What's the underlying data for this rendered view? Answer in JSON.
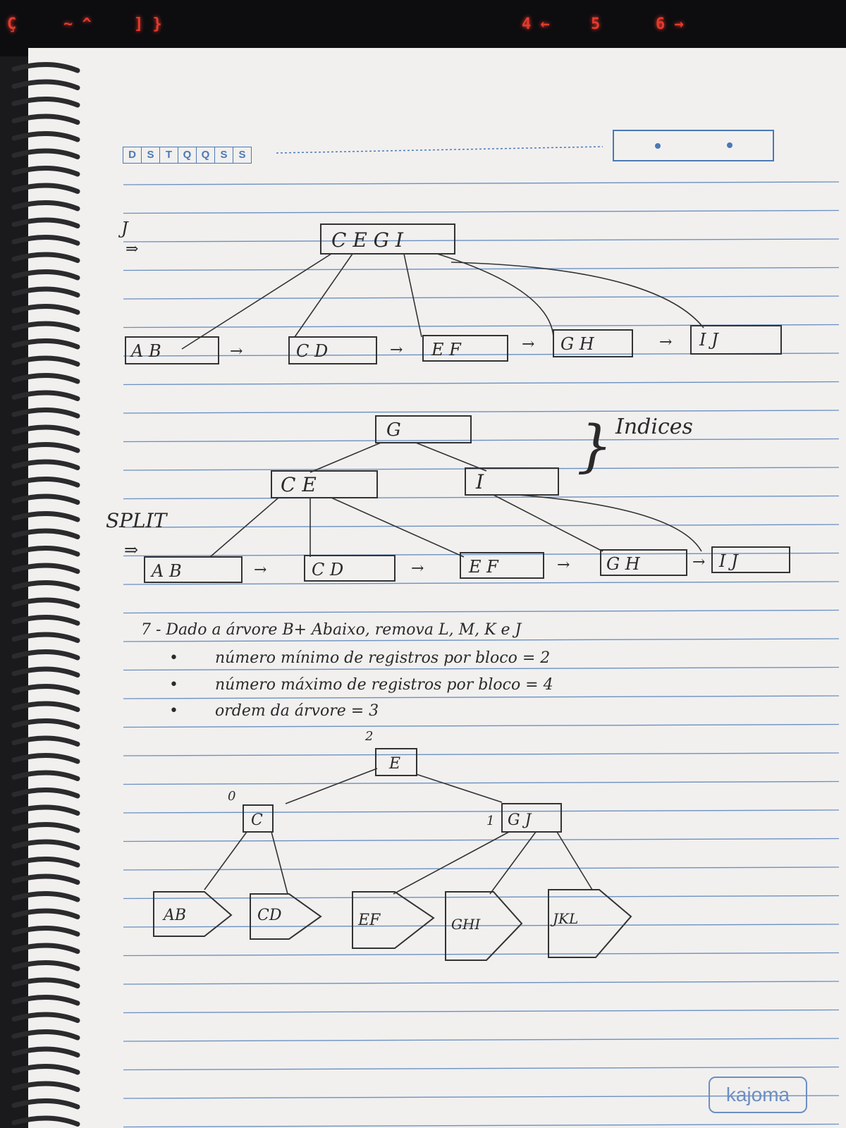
{
  "keyboard": {
    "keys": [
      "Ç",
      "~ ^",
      "] }",
      "4 ←",
      "5",
      "6 →"
    ]
  },
  "notebook": {
    "weekday_header": [
      "D",
      "S",
      "T",
      "Q",
      "Q",
      "S",
      "S"
    ],
    "brand": "kajoma",
    "line_color": "#4b79b5"
  },
  "tree1": {
    "step_label": "J",
    "root": "C E G I",
    "leaves": [
      "A B",
      "C D",
      "E F",
      "G H",
      "I J"
    ]
  },
  "tree2": {
    "indices_label": "Indices",
    "split_label": "SPLIT",
    "root": "G",
    "internal": [
      "C E",
      "I"
    ],
    "leaves": [
      "A B",
      "C D",
      "E F",
      "G H",
      "I J"
    ]
  },
  "exercise": {
    "line1": "7 - Dado a árvore B+ Abaixo, remova L, M, K e J",
    "bullets": [
      "número mínimo de registros por bloco = 2",
      "número máximo de registros por bloco = 4",
      "ordem da árvore = 3"
    ]
  },
  "tree3": {
    "root": "E",
    "root_count": "2",
    "left": "C",
    "left_count": "0",
    "right": "G J",
    "right_count": "1",
    "leaves": [
      "AB",
      "CD",
      "EF",
      "GHI",
      "JKL"
    ]
  }
}
